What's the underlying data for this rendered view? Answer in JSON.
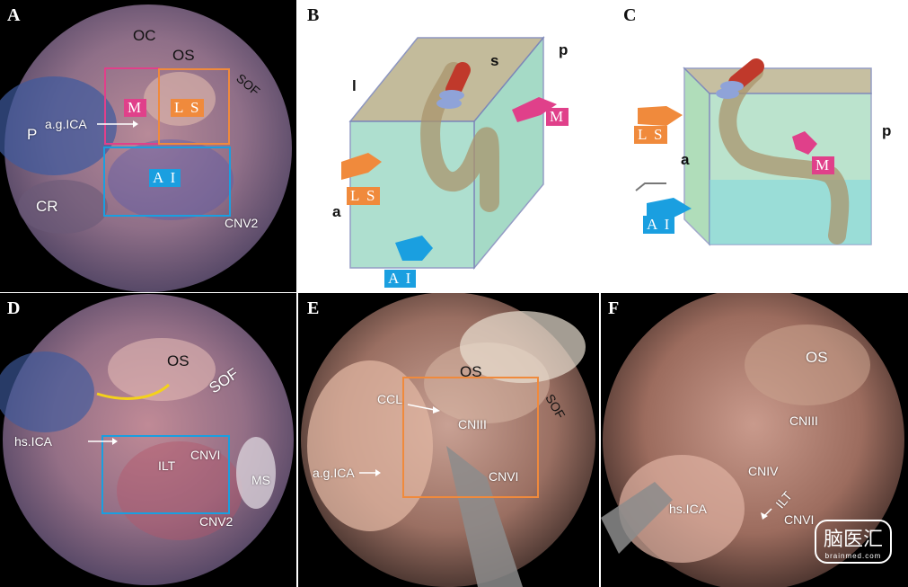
{
  "panels": {
    "A": {
      "letter": "A",
      "labels": {
        "oc": "OC",
        "os": "OS",
        "sof": "SOF",
        "m": "M",
        "ls": "L S",
        "agica": "a.g.ICA",
        "p": "P",
        "ai": "A I",
        "cr": "CR",
        "cnv2": "CNV2"
      }
    },
    "B": {
      "letter": "B",
      "labels": {
        "l": "l",
        "s": "s",
        "p": "p",
        "m": "M",
        "ls": "L S",
        "a": "a",
        "ai": "A I"
      }
    },
    "C": {
      "letter": "C",
      "labels": {
        "ls": "L S",
        "p": "p",
        "a": "a",
        "m": "M",
        "ai": "A I"
      }
    },
    "D": {
      "letter": "D",
      "labels": {
        "os": "OS",
        "sof": "SOF",
        "hsica": "hs.ICA",
        "ilt": "ILT",
        "cnvi": "CNVI",
        "ms": "MS",
        "cnv2": "CNV2"
      }
    },
    "E": {
      "letter": "E",
      "labels": {
        "os": "OS",
        "ccl": "CCL",
        "cniii": "CNIII",
        "sof": "SOF",
        "agica": "a.g.ICA",
        "cnvi": "CNVI"
      }
    },
    "F": {
      "letter": "F",
      "labels": {
        "os": "OS",
        "cniii": "CNIII",
        "cniv": "CNIV",
        "hsica": "hs.ICA",
        "ilt": "ILT",
        "cnvi": "CNVI"
      }
    }
  },
  "watermark": {
    "text": "脑医汇",
    "sub": "brainmed.com"
  },
  "colors": {
    "m": "#e0408a",
    "ls": "#f08a3c",
    "ai": "#1a9fe0"
  }
}
